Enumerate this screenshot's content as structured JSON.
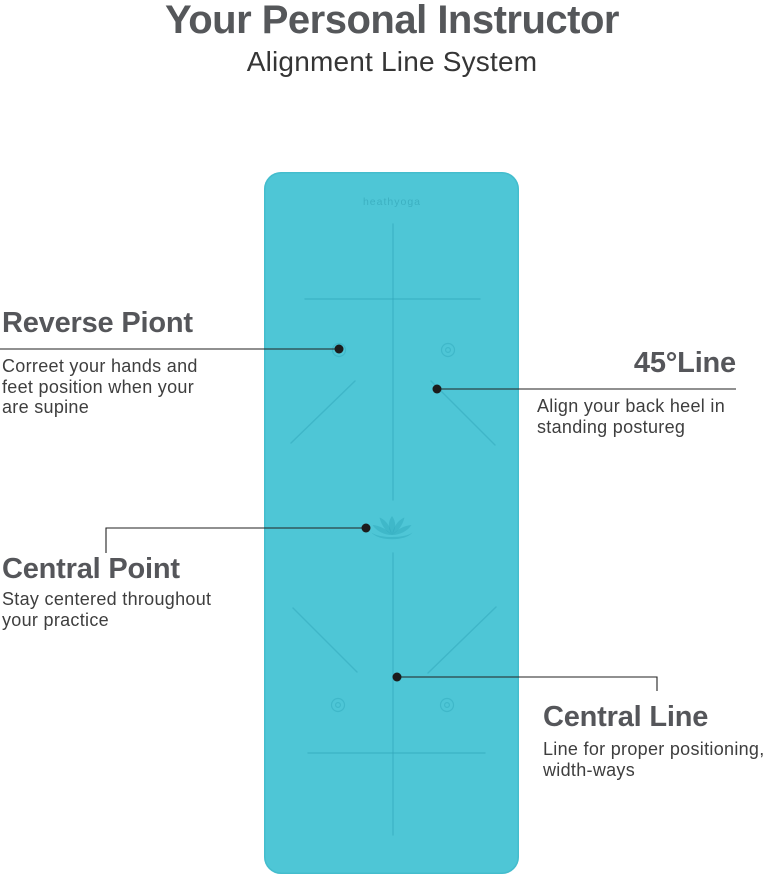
{
  "header": {
    "title": "Your Personal Instructor",
    "subtitle": "Alignment Line System"
  },
  "mat": {
    "logo_text": "heathyoga"
  },
  "annotations": {
    "reverse_point": {
      "heading": "Reverse Piont",
      "lines": [
        "Correet your hands and",
        "feet position when your",
        "are supine"
      ]
    },
    "line_45": {
      "heading": "45°Line",
      "lines": [
        "Align your back heel in",
        "standing postureg"
      ]
    },
    "central_point": {
      "heading": "Central Point",
      "lines": [
        "Stay centered throughout",
        "your practice"
      ]
    },
    "central_line": {
      "heading": "Central Line",
      "lines": [
        "Line for proper positioning,",
        "width-ways"
      ]
    }
  },
  "colors": {
    "mat": "#4ec6d6",
    "mat-line": "#2fa6ba",
    "heading": "#55565a",
    "body-text": "#3e3e3e",
    "title": "#55575a",
    "callout": "#222222"
  }
}
